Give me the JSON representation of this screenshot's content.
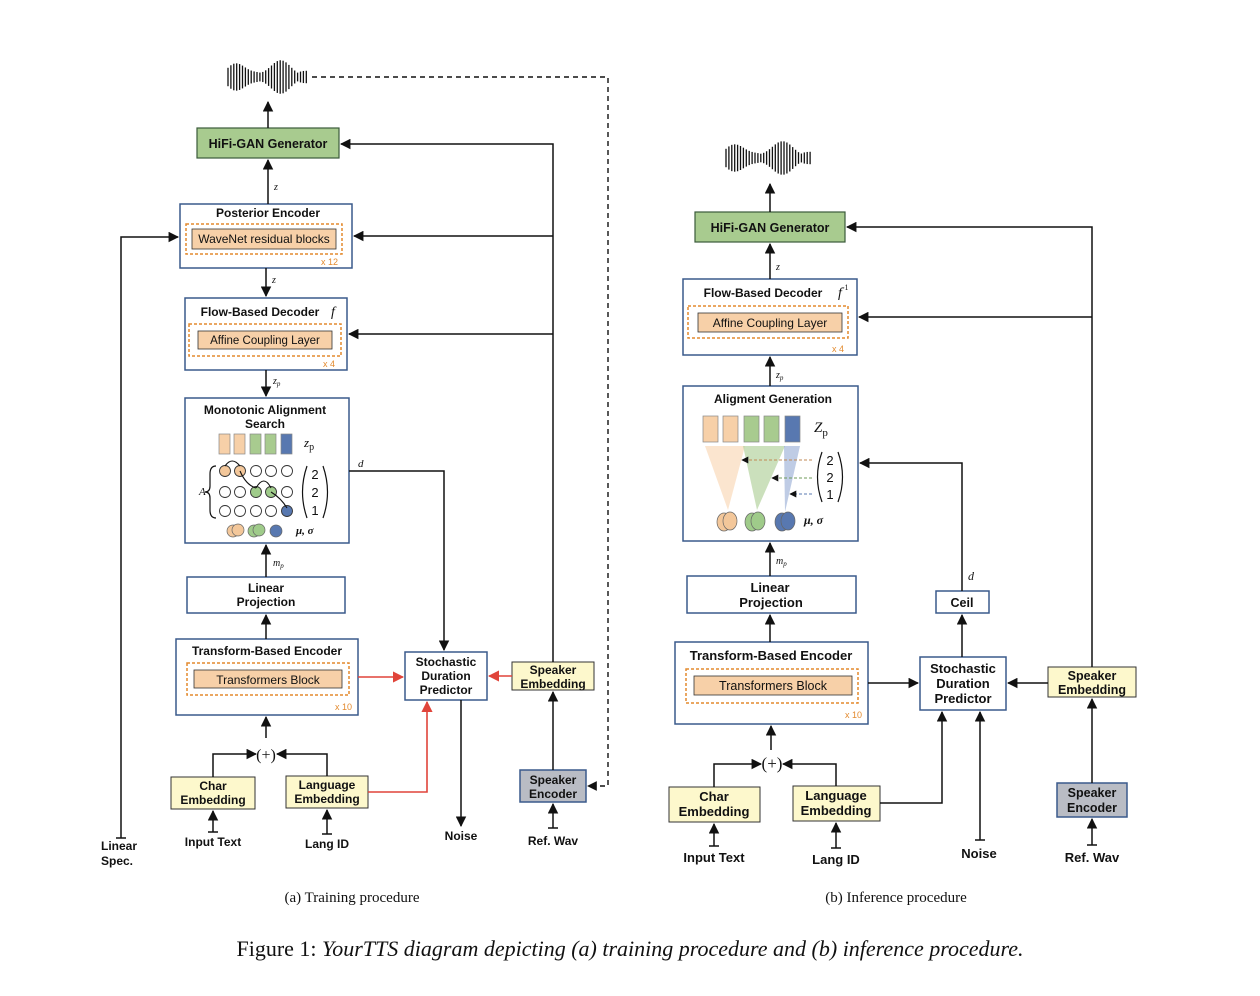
{
  "training": {
    "hifi_gan": "HiFi-GAN Generator",
    "posterior_encoder": "Posterior Encoder",
    "wavenet": "WaveNet residual blocks",
    "wavenet_repeat": "x 12",
    "flow_decoder": "Flow-Based Decoder",
    "flow_symbol": "f",
    "affine": "Affine Coupling Layer",
    "affine_repeat": "x 4",
    "mas_line1": "Monotonic Alignment",
    "mas_line2": "Search",
    "zp_label": "z",
    "zp_sub": "p",
    "a_label": "A",
    "durations": [
      "2",
      "2",
      "1"
    ],
    "mu_sigma": "μ, σ",
    "linear_proj_line1": "Linear",
    "linear_proj_line2": "Projection",
    "transformer_encoder": "Transform-Based Encoder",
    "transformers_block": "Transformers Block",
    "transformers_repeat": "x 10",
    "sdp_line1": "Stochastic",
    "sdp_line2": "Duration",
    "sdp_line3": "Predictor",
    "spk_emb_line1": "Speaker",
    "spk_emb_line2": "Embedding",
    "spk_enc_line1": "Speaker",
    "spk_enc_line2": "Encoder",
    "char_emb_line1": "Char",
    "char_emb_line2": "Embedding",
    "lang_emb_line1": "Language",
    "lang_emb_line2": "Embedding",
    "concat_symbol": "(+)",
    "input_text": "Input Text",
    "lang_id": "Lang ID",
    "noise": "Noise",
    "ref_wav": "Ref. Wav",
    "linear_spec_line1": "Linear",
    "linear_spec_line2": "Spec.",
    "z_label": "z",
    "d_label": "d",
    "mp_label": "m",
    "mp_sub": "p",
    "subcaption": "(a)  Training procedure"
  },
  "inference": {
    "hifi_gan": "HiFi-GAN Generator",
    "flow_decoder": "Flow-Based Decoder",
    "flow_symbol": "f",
    "flow_sup": "-1",
    "affine": "Affine Coupling Layer",
    "affine_repeat": "x 4",
    "alignment": "Aligment Generation",
    "zp_label": "Z",
    "zp_sub": "p",
    "durations": [
      "2",
      "2",
      "1"
    ],
    "mu_sigma": "μ, σ",
    "linear_proj_line1": "Linear",
    "linear_proj_line2": "Projection",
    "ceil": "Ceil",
    "transformer_encoder": "Transform-Based Encoder",
    "transformers_block": "Transformers Block",
    "transformers_repeat": "x 10",
    "sdp_line1": "Stochastic",
    "sdp_line2": "Duration",
    "sdp_line3": "Predictor",
    "spk_emb_line1": "Speaker",
    "spk_emb_line2": "Embedding",
    "spk_enc_line1": "Speaker",
    "spk_enc_line2": "Encoder",
    "char_emb_line1": "Char",
    "char_emb_line2": "Embedding",
    "lang_emb_line1": "Language",
    "lang_emb_line2": "Embedding",
    "concat_symbol": "(+)",
    "input_text": "Input Text",
    "lang_id": "Lang ID",
    "noise": "Noise",
    "ref_wav": "Ref. Wav",
    "z_label": "z",
    "d_label": "d",
    "mp_label": "m",
    "mp_sub": "p",
    "subcaption": "(b)  Inference procedure"
  },
  "figure": {
    "prefix": "Figure 1: ",
    "caption": "YourTTS diagram depicting (a) training procedure and (b) inference procedure."
  },
  "colors": {
    "box_border": "#3a5a8c",
    "green_fill": "#a8cb8f",
    "yellow_fill": "#fdf8cc",
    "peach_fill": "#f7d0a8",
    "dashed_orange": "#e38a2e",
    "gray_fill": "#b9bcc4",
    "blue_dot": "#5878b0",
    "green_dot": "#9fcb8a",
    "orange_dot": "#f3c79a",
    "red_arrow": "#e0443a"
  }
}
